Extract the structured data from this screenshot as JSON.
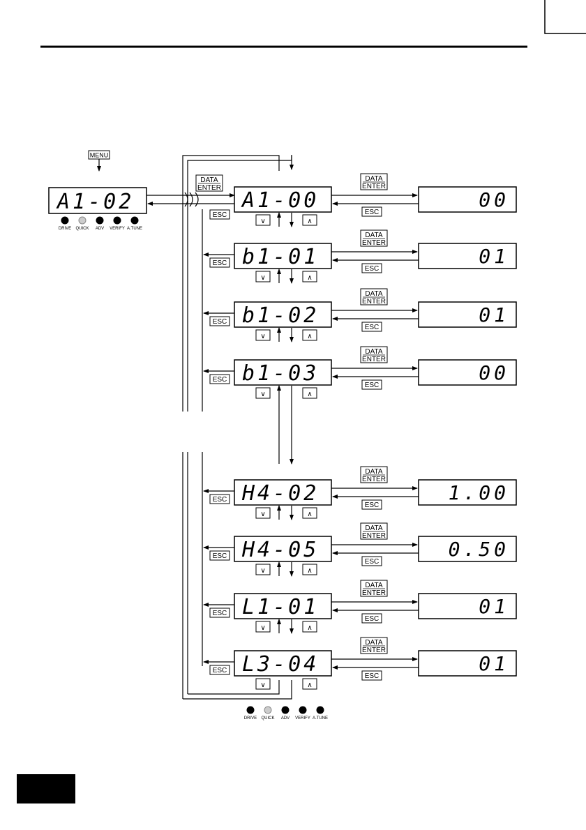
{
  "keys": {
    "menu": "MENU",
    "data": "DATA",
    "enter": "ENTER",
    "esc": "ESC",
    "down": "∨",
    "up": "∧"
  },
  "leds": [
    "DRIVE",
    "QUICK",
    "ADV",
    "VERIFY",
    "A.TUNE"
  ],
  "led_state": {
    "lit": "QUICK"
  },
  "top_display": "A1-02",
  "params": [
    {
      "code": "A1-00",
      "value": "00"
    },
    {
      "code": "b1-01",
      "value": "01"
    },
    {
      "code": "b1-02",
      "value": "01"
    },
    {
      "code": "b1-03",
      "value": "00"
    },
    {
      "code": "H4-02",
      "value": "1.00"
    },
    {
      "code": "H4-05",
      "value": "0.50"
    },
    {
      "code": "L1-01",
      "value": "01"
    },
    {
      "code": "L3-04",
      "value": "01"
    }
  ],
  "colors": {
    "ink": "#000000",
    "paper": "#ffffff",
    "lit_led": "#cccccc"
  }
}
